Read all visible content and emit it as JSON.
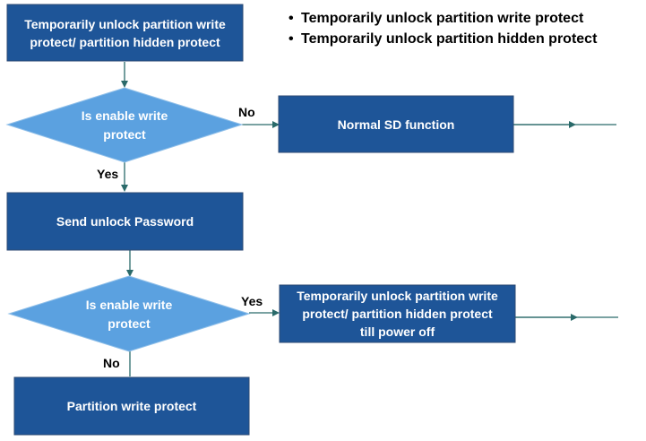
{
  "notes": [
    "Temporarily unlock partition write protect",
    "Temporarily unlock partition hidden protect"
  ],
  "nodes": {
    "start": [
      "Temporarily unlock partition write",
      "protect/ partition hidden protect"
    ],
    "decision1": [
      "Is enable write",
      "protect"
    ],
    "normal_sd": [
      "Normal SD function"
    ],
    "send_unlock": [
      "Send unlock Password"
    ],
    "decision2": [
      "Is enable write",
      "protect"
    ],
    "unlock_till_off": [
      "Temporarily unlock partition write",
      "protect/ partition hidden protect",
      "till power off"
    ],
    "partition_wp": [
      "Partition write protect"
    ]
  },
  "edges": {
    "d1_no": "No",
    "d1_yes": "Yes",
    "d2_yes": "Yes",
    "d2_no": "No"
  },
  "colors": {
    "box_fill": "#1e5598",
    "box_stroke": "#2c4a73",
    "diamond_fill": "#5ba1e0",
    "diamond_stroke": "#8fbfe9",
    "connector": "#2a6a6a"
  }
}
